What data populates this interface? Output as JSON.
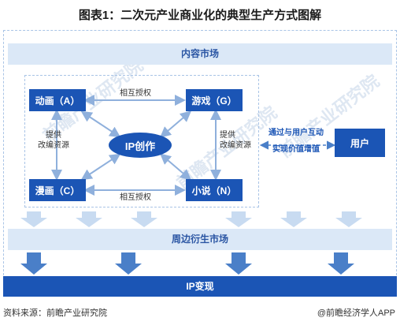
{
  "title": "图表1：二次元产业商业化的典型生产方式图解",
  "bands": {
    "content_market": "内容市场",
    "derivative_market": "周边衍生市场"
  },
  "nodes": {
    "animation": "动画（A）",
    "game": "游戏（G）",
    "comic": "漫画（C）",
    "novel": "小说（N）",
    "ip_creation": "IP创作",
    "user": "用户"
  },
  "edge_labels": {
    "top_license": "相互授权",
    "bottom_license": "相互授权",
    "left_provide": [
      "提供",
      "改编资源"
    ],
    "right_provide": [
      "提供",
      "改编资源"
    ],
    "user_interaction": [
      "通过与用户互动",
      "实现价值增值"
    ]
  },
  "ip_monetization": "IP变现",
  "footer": {
    "source": "资料来源：前瞻产业研究院",
    "brand": "@前瞻经济学人APP"
  },
  "watermark": "前瞻产业研究院",
  "colors": {
    "node_blue": "#1b55b5",
    "band_light": "#dbe8f7",
    "arrow_light": "#c8dbf1",
    "connector": "#8fb0dc"
  }
}
